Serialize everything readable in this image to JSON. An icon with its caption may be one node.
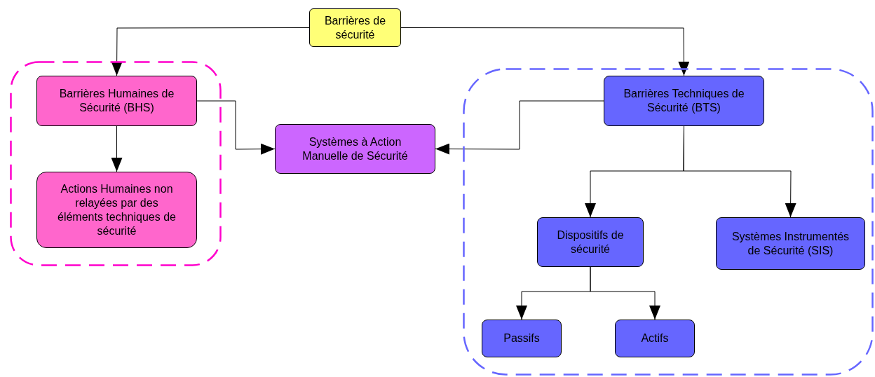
{
  "diagram": {
    "nodes": [
      {
        "text": [
          "Barrières de sécurité"
        ]
      },
      {
        "text": [],
        "shape": "box"
      },
      {
        "text": [
          "Barrières Humaines de Sécurité (BHS)"
        ],
        "in": 1
      },
      {
        "text": [
          "Actions Humaines non relayées par des éléments techniques de sécurité"
        ],
        "in": 1
      },
      {
        "text": [
          "Systèmes à Action Manuelle de Sécurité"
        ]
      },
      {
        "text": [],
        "shape": "box"
      },
      {
        "text": [
          "Barrières Techniques de Sécurité (BTS)"
        ],
        "in": 5
      },
      {
        "text": [
          "Dispositifs de sécurité"
        ],
        "in": 5
      },
      {
        "text": [
          "Systèmes Instrumentés de Sécurité (SIS)"
        ],
        "in": 5
      },
      {
        "text": [
          "Passifs"
        ],
        "in": 5
      },
      {
        "text": [
          "Actifs"
        ],
        "in": 5
      }
    ],
    "edges": [
      {
        "from": 0,
        "to": 2,
        "arrow": "to"
      },
      {
        "from": 0,
        "to": 6,
        "arrow": "to"
      },
      {
        "from": 2,
        "to": 3,
        "arrow": "to"
      },
      {
        "from": 2,
        "to": 4,
        "arrow": "to"
      },
      {
        "from": 6,
        "to": 4,
        "arrow": "to"
      },
      {
        "from": 6,
        "to": 7,
        "arrow": "to"
      },
      {
        "from": 6,
        "to": 8,
        "arrow": "to"
      },
      {
        "from": 7,
        "to": 9,
        "arrow": "to"
      },
      {
        "from": 7,
        "to": 10,
        "arrow": "to"
      }
    ]
  }
}
